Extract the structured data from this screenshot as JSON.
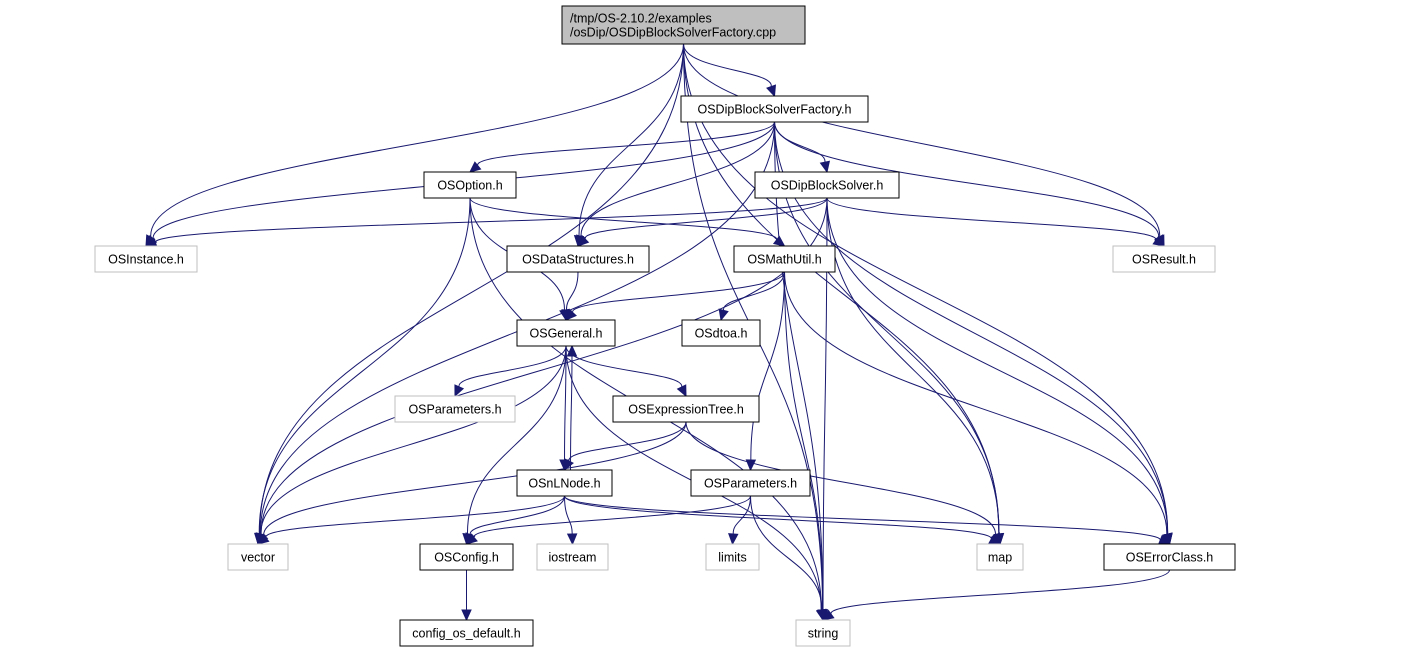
{
  "title": "/tmp/OS-2.10.2/examples/osDip/OSDipBlockSolverFactory.cpp",
  "colors": {
    "edge": "#191970",
    "root_fill": "#bfbfbf",
    "documented_border": "#000000",
    "external_border": "#bfbfbf",
    "label_text": "#000000"
  },
  "nodes": [
    {
      "id": "root",
      "lines": [
        "/tmp/OS-2.10.2/examples",
        "/osDip/OSDipBlockSolverFactory.cpp"
      ],
      "style": "root"
    },
    {
      "id": "factory_h",
      "lines": [
        "OSDipBlockSolverFactory.h"
      ],
      "style": "documented"
    },
    {
      "id": "osoption_h",
      "lines": [
        "OSOption.h"
      ],
      "style": "documented"
    },
    {
      "id": "blocksolver_h",
      "lines": [
        "OSDipBlockSolver.h"
      ],
      "style": "documented"
    },
    {
      "id": "osinstance_h",
      "lines": [
        "OSInstance.h"
      ],
      "style": "external"
    },
    {
      "id": "datastructures_h",
      "lines": [
        "OSDataStructures.h"
      ],
      "style": "documented"
    },
    {
      "id": "mathutil_h",
      "lines": [
        "OSMathUtil.h"
      ],
      "style": "documented"
    },
    {
      "id": "osresult_h",
      "lines": [
        "OSResult.h"
      ],
      "style": "external"
    },
    {
      "id": "osgeneral_h",
      "lines": [
        "OSGeneral.h"
      ],
      "style": "documented"
    },
    {
      "id": "osdtoa_h",
      "lines": [
        "OSdtoa.h"
      ],
      "style": "documented"
    },
    {
      "id": "osparameters_ext",
      "lines": [
        "OSParameters.h"
      ],
      "style": "external"
    },
    {
      "id": "expressiontree_h",
      "lines": [
        "OSExpressionTree.h"
      ],
      "style": "documented"
    },
    {
      "id": "osnlnode_h",
      "lines": [
        "OSnLNode.h"
      ],
      "style": "documented"
    },
    {
      "id": "osparameters_h",
      "lines": [
        "OSParameters.h"
      ],
      "style": "documented"
    },
    {
      "id": "vector",
      "lines": [
        "vector"
      ],
      "style": "external"
    },
    {
      "id": "osconfig_h",
      "lines": [
        "OSConfig.h"
      ],
      "style": "documented"
    },
    {
      "id": "iostream",
      "lines": [
        "iostream"
      ],
      "style": "external"
    },
    {
      "id": "limits",
      "lines": [
        "limits"
      ],
      "style": "external"
    },
    {
      "id": "map",
      "lines": [
        "map"
      ],
      "style": "external"
    },
    {
      "id": "oserrorclass_h",
      "lines": [
        "OSErrorClass.h"
      ],
      "style": "documented"
    },
    {
      "id": "config_default_h",
      "lines": [
        "config_os_default.h"
      ],
      "style": "documented"
    },
    {
      "id": "string",
      "lines": [
        "string"
      ],
      "style": "external"
    }
  ],
  "edges": [
    [
      "root",
      "factory_h"
    ],
    [
      "root",
      "osinstance_h"
    ],
    [
      "root",
      "datastructures_h"
    ],
    [
      "root",
      "osresult_h"
    ],
    [
      "root",
      "vector"
    ],
    [
      "root",
      "string"
    ],
    [
      "root",
      "map"
    ],
    [
      "root",
      "oserrorclass_h"
    ],
    [
      "factory_h",
      "osoption_h"
    ],
    [
      "factory_h",
      "blocksolver_h"
    ],
    [
      "factory_h",
      "osinstance_h"
    ],
    [
      "factory_h",
      "datastructures_h"
    ],
    [
      "factory_h",
      "osresult_h"
    ],
    [
      "factory_h",
      "vector"
    ],
    [
      "factory_h",
      "map"
    ],
    [
      "factory_h",
      "oserrorclass_h"
    ],
    [
      "factory_h",
      "string"
    ],
    [
      "osoption_h",
      "mathutil_h"
    ],
    [
      "osoption_h",
      "osgeneral_h"
    ],
    [
      "osoption_h",
      "vector"
    ],
    [
      "osoption_h",
      "string"
    ],
    [
      "blocksolver_h",
      "osinstance_h"
    ],
    [
      "blocksolver_h",
      "datastructures_h"
    ],
    [
      "blocksolver_h",
      "osresult_h"
    ],
    [
      "blocksolver_h",
      "vector"
    ],
    [
      "blocksolver_h",
      "map"
    ],
    [
      "blocksolver_h",
      "string"
    ],
    [
      "blocksolver_h",
      "oserrorclass_h"
    ],
    [
      "datastructures_h",
      "osgeneral_h"
    ],
    [
      "mathutil_h",
      "osgeneral_h"
    ],
    [
      "mathutil_h",
      "osdtoa_h"
    ],
    [
      "mathutil_h",
      "osparameters_h"
    ],
    [
      "mathutil_h",
      "string"
    ],
    [
      "mathutil_h",
      "oserrorclass_h"
    ],
    [
      "osgeneral_h",
      "osparameters_ext"
    ],
    [
      "osgeneral_h",
      "expressiontree_h"
    ],
    [
      "osgeneral_h",
      "osnlnode_h"
    ],
    [
      "osgeneral_h",
      "vector"
    ],
    [
      "osgeneral_h",
      "osconfig_h"
    ],
    [
      "osgeneral_h",
      "string"
    ],
    [
      "expressiontree_h",
      "osnlnode_h"
    ],
    [
      "expressiontree_h",
      "vector"
    ],
    [
      "expressiontree_h",
      "map"
    ],
    [
      "osnlnode_h",
      "osgeneral_h"
    ],
    [
      "osnlnode_h",
      "vector"
    ],
    [
      "osnlnode_h",
      "osconfig_h"
    ],
    [
      "osnlnode_h",
      "iostream"
    ],
    [
      "osnlnode_h",
      "map"
    ],
    [
      "osnlnode_h",
      "oserrorclass_h"
    ],
    [
      "osparameters_h",
      "osconfig_h"
    ],
    [
      "osparameters_h",
      "limits"
    ],
    [
      "osparameters_h",
      "string"
    ],
    [
      "osconfig_h",
      "config_default_h"
    ],
    [
      "oserrorclass_h",
      "string"
    ]
  ]
}
